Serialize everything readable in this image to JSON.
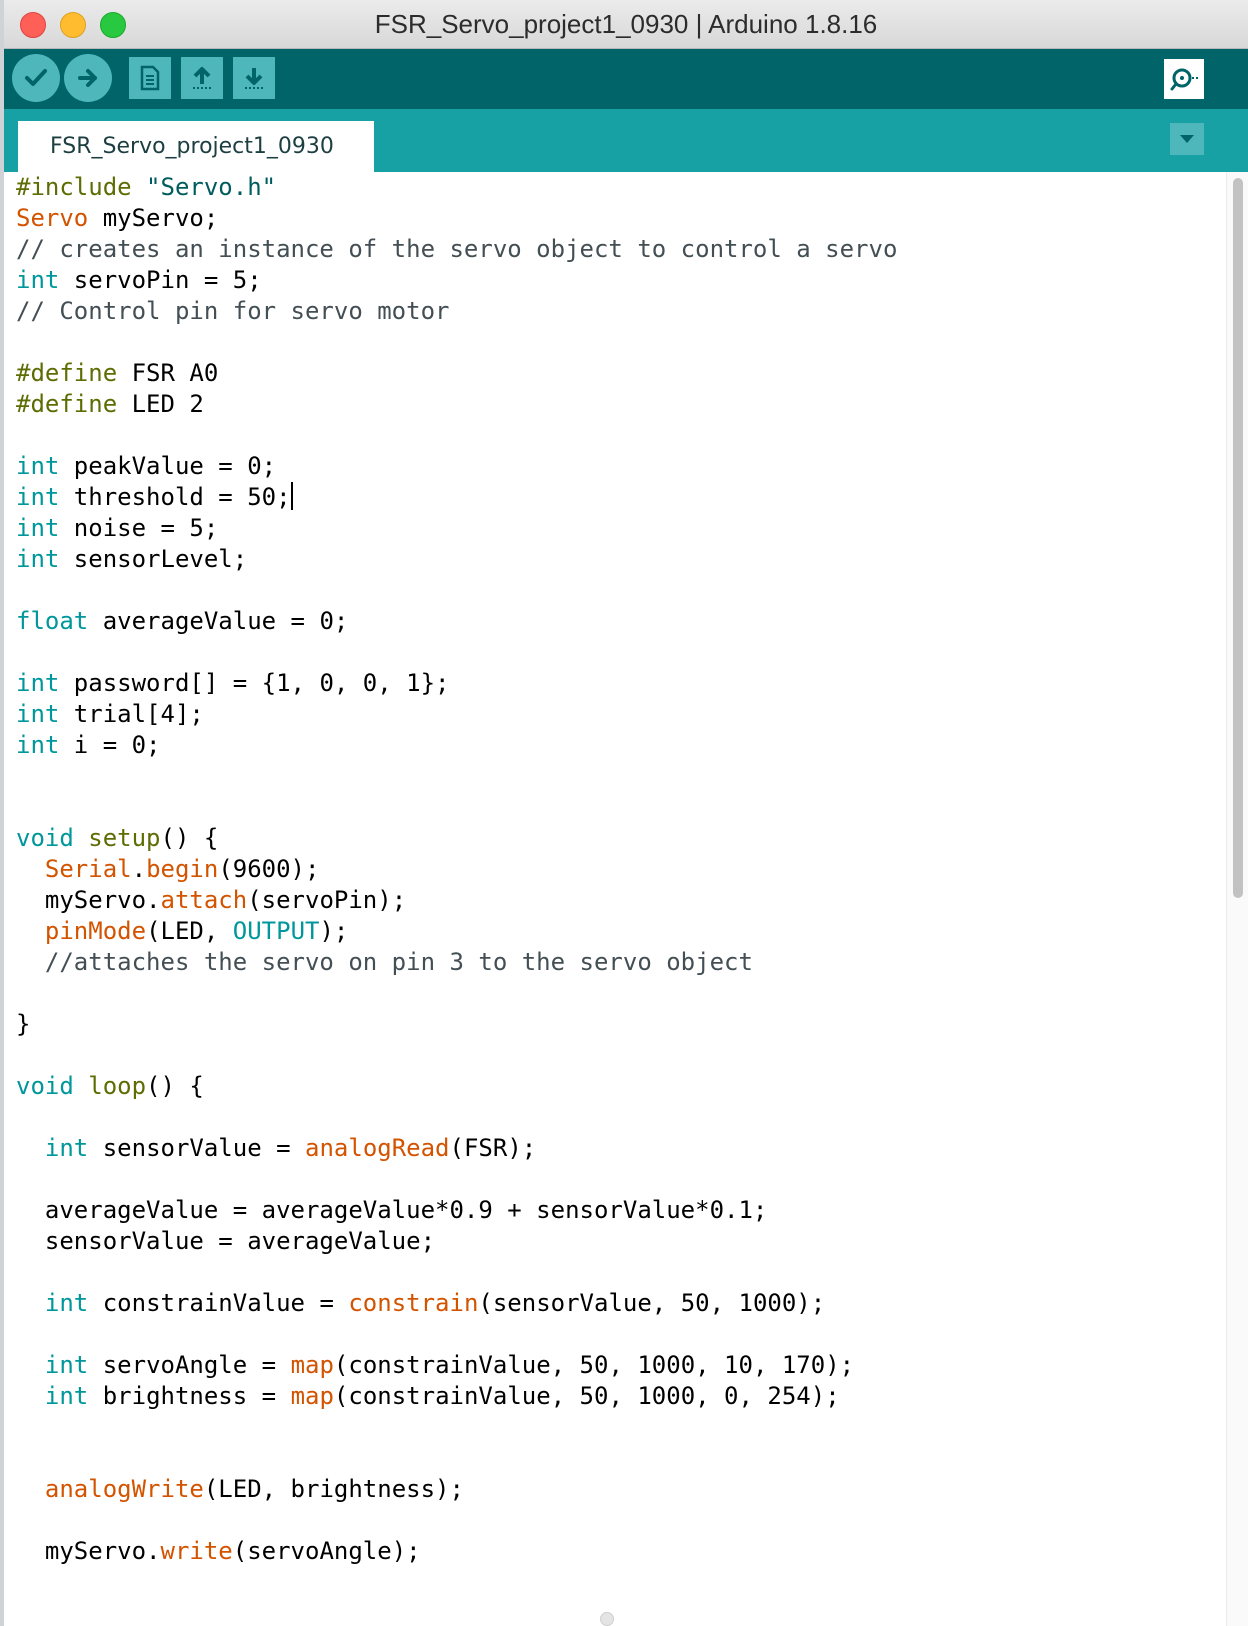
{
  "window": {
    "title": "FSR_Servo_project1_0930 | Arduino 1.8.16"
  },
  "toolbar": {
    "buttons": [
      {
        "name": "verify",
        "icon": "checkmark-icon"
      },
      {
        "name": "upload",
        "icon": "arrow-right-icon"
      },
      {
        "name": "new",
        "icon": "document-icon"
      },
      {
        "name": "open",
        "icon": "arrow-up-icon"
      },
      {
        "name": "save",
        "icon": "arrow-down-icon"
      }
    ],
    "serial_monitor_icon": "magnifier-icon"
  },
  "tabs": {
    "active": "FSR_Servo_project1_0930",
    "menu_icon": "triangle-down-icon"
  },
  "colors": {
    "toolbar_bg": "#006468",
    "tabbar_bg": "#17a1a5",
    "button_bg": "#4db7bb",
    "keyword": "#00979c",
    "function": "#d35400",
    "preprocessor": "#5e6d03",
    "comment": "#434f54"
  },
  "code_lines": [
    [
      {
        "t": "#include ",
        "c": "pp"
      },
      {
        "t": "\"Servo.h\"",
        "c": "str"
      }
    ],
    [
      {
        "t": "Servo",
        "c": "fn"
      },
      {
        "t": " myServo;"
      }
    ],
    [
      {
        "t": "// creates an instance of the servo object to control a servo",
        "c": "cm"
      }
    ],
    [
      {
        "t": "int",
        "c": "kw"
      },
      {
        "t": " servoPin = 5;"
      }
    ],
    [
      {
        "t": "// Control pin for servo motor",
        "c": "cm"
      }
    ],
    [],
    [
      {
        "t": "#define",
        "c": "pp"
      },
      {
        "t": " FSR A0"
      }
    ],
    [
      {
        "t": "#define",
        "c": "pp"
      },
      {
        "t": " LED 2"
      }
    ],
    [],
    [
      {
        "t": "int",
        "c": "kw"
      },
      {
        "t": " peakValue = 0;"
      }
    ],
    [
      {
        "t": "int",
        "c": "kw"
      },
      {
        "t": " threshold = 50;"
      },
      {
        "cursor": true
      }
    ],
    [
      {
        "t": "int",
        "c": "kw"
      },
      {
        "t": " noise = 5;"
      }
    ],
    [
      {
        "t": "int",
        "c": "kw"
      },
      {
        "t": " sensorLevel;"
      }
    ],
    [],
    [
      {
        "t": "float",
        "c": "kw"
      },
      {
        "t": " averageValue = 0;"
      }
    ],
    [],
    [
      {
        "t": "int",
        "c": "kw"
      },
      {
        "t": " password[] = {1, 0, 0, 1};"
      }
    ],
    [
      {
        "t": "int",
        "c": "kw"
      },
      {
        "t": " trial[4];"
      }
    ],
    [
      {
        "t": "int",
        "c": "kw"
      },
      {
        "t": " i = 0;"
      }
    ],
    [],
    [],
    [
      {
        "t": "void",
        "c": "kw"
      },
      {
        "t": " "
      },
      {
        "t": "setup",
        "c": "pp"
      },
      {
        "t": "() {"
      }
    ],
    [
      {
        "t": "  "
      },
      {
        "t": "Serial",
        "c": "fn"
      },
      {
        "t": "."
      },
      {
        "t": "begin",
        "c": "fn"
      },
      {
        "t": "(9600);"
      }
    ],
    [
      {
        "t": "  myServo."
      },
      {
        "t": "attach",
        "c": "fn"
      },
      {
        "t": "(servoPin);"
      }
    ],
    [
      {
        "t": "  "
      },
      {
        "t": "pinMode",
        "c": "fn"
      },
      {
        "t": "(LED, "
      },
      {
        "t": "OUTPUT",
        "c": "kw"
      },
      {
        "t": ");"
      }
    ],
    [
      {
        "t": "  //attaches the servo on pin 3 to the servo object",
        "c": "cm"
      }
    ],
    [],
    [
      {
        "t": "}"
      }
    ],
    [],
    [
      {
        "t": "void",
        "c": "kw"
      },
      {
        "t": " "
      },
      {
        "t": "loop",
        "c": "pp"
      },
      {
        "t": "() {"
      }
    ],
    [],
    [
      {
        "t": "  "
      },
      {
        "t": "int",
        "c": "kw"
      },
      {
        "t": " sensorValue = "
      },
      {
        "t": "analogRead",
        "c": "fn"
      },
      {
        "t": "(FSR);"
      }
    ],
    [],
    [
      {
        "t": "  averageValue = averageValue*0.9 + sensorValue*0.1;"
      }
    ],
    [
      {
        "t": "  sensorValue = averageValue;"
      }
    ],
    [],
    [
      {
        "t": "  "
      },
      {
        "t": "int",
        "c": "kw"
      },
      {
        "t": " constrainValue = "
      },
      {
        "t": "constrain",
        "c": "fn"
      },
      {
        "t": "(sensorValue, 50, 1000);"
      }
    ],
    [],
    [
      {
        "t": "  "
      },
      {
        "t": "int",
        "c": "kw"
      },
      {
        "t": " servoAngle = "
      },
      {
        "t": "map",
        "c": "fn"
      },
      {
        "t": "(constrainValue, 50, 1000, 10, 170);"
      }
    ],
    [
      {
        "t": "  "
      },
      {
        "t": "int",
        "c": "kw"
      },
      {
        "t": " brightness = "
      },
      {
        "t": "map",
        "c": "fn"
      },
      {
        "t": "(constrainValue, 50, 1000, 0, 254);"
      }
    ],
    [],
    [],
    [
      {
        "t": "  "
      },
      {
        "t": "analogWrite",
        "c": "fn"
      },
      {
        "t": "(LED, brightness);"
      }
    ],
    [],
    [
      {
        "t": "  myServo."
      },
      {
        "t": "write",
        "c": "fn"
      },
      {
        "t": "(servoAngle);"
      }
    ]
  ]
}
